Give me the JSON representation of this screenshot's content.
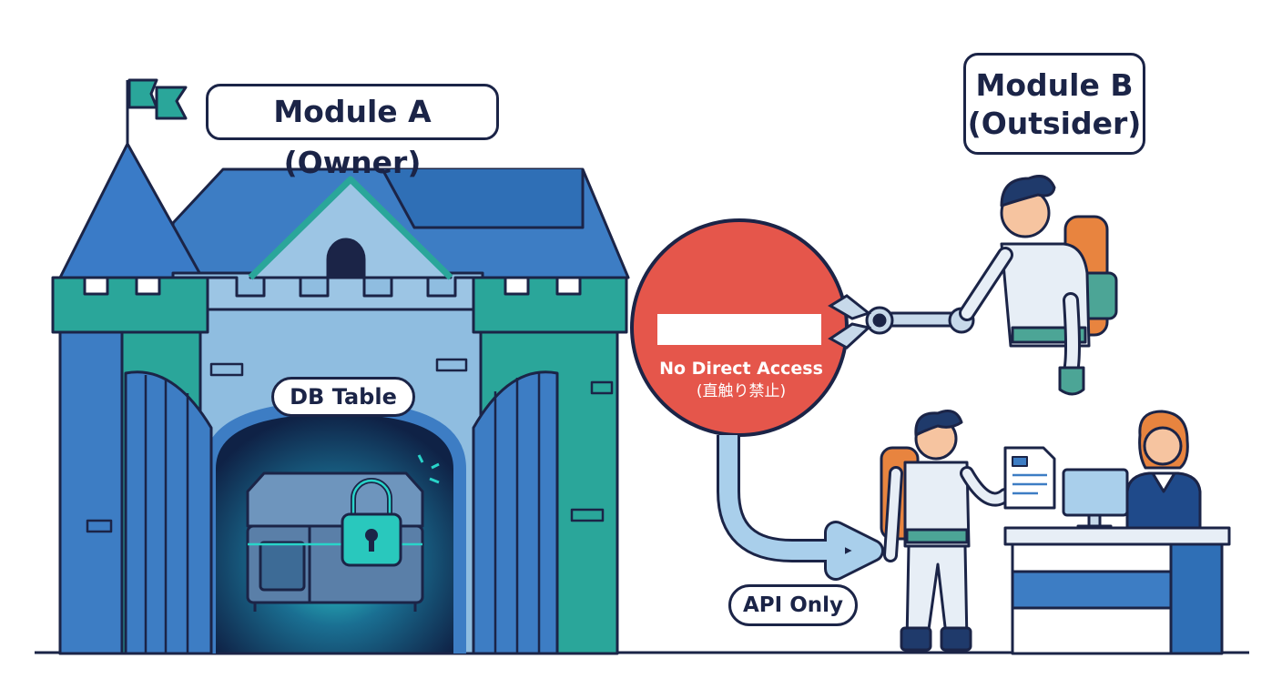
{
  "labels": {
    "module_a": "Module A (Owner)",
    "module_b_line1": "Module B",
    "module_b_line2": "(Outsider)",
    "db_table": "DB Table",
    "api_only": "API Only"
  },
  "sign": {
    "text_en": "No Direct Access",
    "text_jp": "(直触り禁止)"
  },
  "icons": [
    "flag-icon",
    "castle-icon",
    "treasure-chest-icon",
    "padlock-icon",
    "no-entry-sign-icon",
    "robot-claw-arm-icon",
    "astronaut-icon",
    "document-icon",
    "computer-monitor-icon",
    "receptionist-icon",
    "reception-desk-icon",
    "arrow-icon"
  ],
  "colors": {
    "outline": "#1b2447",
    "castle_blue": "#3d7dc4",
    "castle_teal": "#2aa69a",
    "glow": "#29d4c9",
    "sign_red": "#e5564b",
    "person_orange": "#e8843f"
  }
}
